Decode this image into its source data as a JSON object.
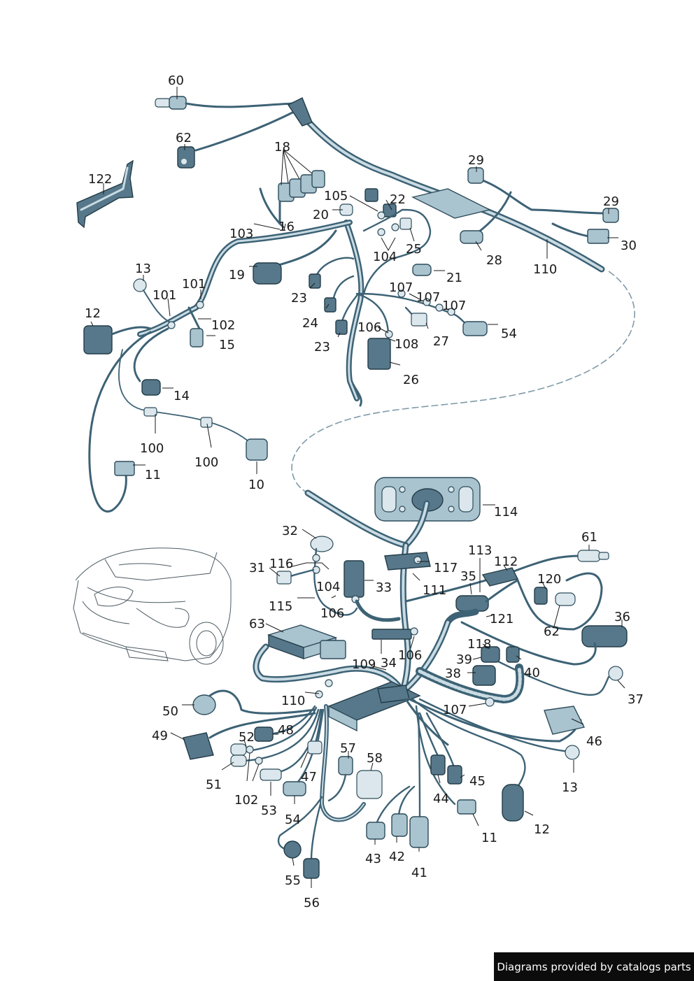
{
  "diagram": {
    "callouts": [
      "60",
      "62",
      "18",
      "122",
      "29",
      "105",
      "22",
      "20",
      "29",
      "30",
      "103",
      "16",
      "28",
      "110",
      "104",
      "25",
      "13",
      "19",
      "21",
      "101",
      "101",
      "23",
      "107",
      "107",
      "107",
      "12",
      "102",
      "24",
      "106",
      "27",
      "54",
      "15",
      "23",
      "108",
      "26",
      "14",
      "100",
      "100",
      "11",
      "10",
      "114",
      "32",
      "61",
      "116",
      "117",
      "113",
      "112",
      "31",
      "104",
      "33",
      "35",
      "120",
      "111",
      "115",
      "106",
      "121",
      "62",
      "36",
      "63",
      "34",
      "106",
      "118",
      "109",
      "39",
      "40",
      "38",
      "37",
      "110",
      "50",
      "107",
      "46",
      "49",
      "52",
      "48",
      "57",
      "58",
      "51",
      "102",
      "47",
      "45",
      "13",
      "44",
      "53",
      "54",
      "11",
      "12",
      "43",
      "42",
      "41",
      "55",
      "56"
    ]
  },
  "credit": {
    "text": "Diagrams provided by catalogs parts"
  }
}
